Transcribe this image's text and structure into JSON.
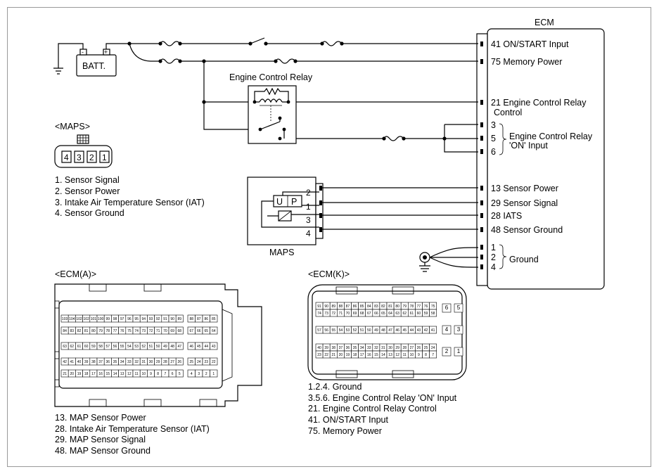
{
  "ecm": {
    "title": "ECM",
    "pins": [
      {
        "text": "41 ON/START Input"
      },
      {
        "text": "75 Memory Power"
      },
      {
        "text": "21 Engine Control Relay"
      },
      {
        "text": "Control"
      },
      {
        "text": "3"
      },
      {
        "text": "5"
      },
      {
        "text": "6"
      },
      {
        "text": "Engine Control Relay"
      },
      {
        "text": "'ON' Input"
      },
      {
        "text": "13 Sensor Power"
      },
      {
        "text": "29 Sensor Signal"
      },
      {
        "text": "28 IATS"
      },
      {
        "text": "48 Sensor Ground"
      },
      {
        "text": "1"
      },
      {
        "text": "2"
      },
      {
        "text": "4"
      },
      {
        "text": "Ground"
      }
    ]
  },
  "battery": {
    "label": "BATT.",
    "minus": "-",
    "plus": "+"
  },
  "relay": {
    "title": "Engine Control Relay"
  },
  "maps_component": {
    "label": "MAPS",
    "u": "U",
    "p": "P",
    "pins": [
      "2",
      "1",
      "3",
      "4"
    ]
  },
  "maps_connector": {
    "title": "<MAPS>",
    "pins": [
      "4",
      "3",
      "2",
      "1"
    ],
    "legend": [
      "1. Sensor Signal",
      "2. Sensor Power",
      "3. Intake Air Temperature Sensor (IAT)",
      "4. Sensor Ground"
    ]
  },
  "ecm_a": {
    "title": "<ECM(A)>",
    "rows": [
      {
        "left": [
          "103",
          "104",
          "102",
          "102",
          "101",
          "100",
          "99",
          "98",
          "97",
          "96",
          "95",
          "94",
          "93",
          "92",
          "91",
          "90",
          "89"
        ],
        "right": [
          "88",
          "87",
          "86",
          "85"
        ]
      },
      {
        "left": [
          "84",
          "83",
          "82",
          "81",
          "80",
          "79",
          "78",
          "77",
          "76",
          "75",
          "74",
          "73",
          "72",
          "71",
          "70",
          "69",
          "68"
        ],
        "right": [
          "67",
          "66",
          "65",
          "64"
        ]
      },
      {
        "left": [
          "63",
          "62",
          "61",
          "60",
          "59",
          "58",
          "57",
          "56",
          "55",
          "54",
          "53",
          "52",
          "51",
          "50",
          "49",
          "48",
          "47"
        ],
        "right": [
          "46",
          "45",
          "44",
          "43"
        ]
      },
      {
        "left": [
          "42",
          "41",
          "40",
          "39",
          "38",
          "37",
          "36",
          "35",
          "34",
          "33",
          "32",
          "31",
          "30",
          "29",
          "28",
          "27",
          "26"
        ],
        "right": [
          "25",
          "24",
          "23",
          "22"
        ]
      },
      {
        "left": [
          "21",
          "20",
          "19",
          "18",
          "17",
          "16",
          "15",
          "14",
          "13",
          "12",
          "11",
          "10",
          "9",
          "8",
          "7",
          "6",
          "5"
        ],
        "right": [
          "4",
          "3",
          "2",
          "1"
        ]
      }
    ],
    "legend": [
      "13. MAP Sensor Power",
      "28. Intake Air Temperature Sensor (IAT)",
      "29. MAP Sensor Signal",
      "48. MAP Sensor Ground"
    ]
  },
  "ecm_k": {
    "title": "<ECM(K)>",
    "rows": [
      [
        "91",
        "90",
        "89",
        "88",
        "87",
        "86",
        "85",
        "84",
        "83",
        "82",
        "81",
        "80",
        "79",
        "78",
        "77",
        "76",
        "75"
      ],
      [
        "74",
        "73",
        "72",
        "71",
        "70",
        "69",
        "68",
        "67",
        "66",
        "65",
        "64",
        "63",
        "62",
        "61",
        "60",
        "59",
        "58"
      ],
      [
        "57",
        "56",
        "55",
        "54",
        "53",
        "52",
        "51",
        "50",
        "49",
        "48",
        "47",
        "46",
        "45",
        "44",
        "43",
        "42",
        "41"
      ],
      [
        "40",
        "39",
        "38",
        "37",
        "36",
        "35",
        "34",
        "33",
        "32",
        "31",
        "30",
        "29",
        "28",
        "27",
        "26",
        "25",
        "24"
      ],
      [
        "23",
        "22",
        "21",
        "20",
        "19",
        "18",
        "17",
        "16",
        "15",
        "14",
        "13",
        "12",
        "11",
        "10",
        "9",
        "8",
        "7"
      ]
    ],
    "right": [
      [
        "6",
        "5"
      ],
      [
        "4",
        "3"
      ],
      [
        "2",
        "1"
      ]
    ],
    "legend": [
      "1.2.4. Ground",
      "3.5.6. Engine Control Relay 'ON' Input",
      "21. Engine Control Relay Control",
      "41. ON/START Input",
      "75. Memory Power"
    ]
  }
}
